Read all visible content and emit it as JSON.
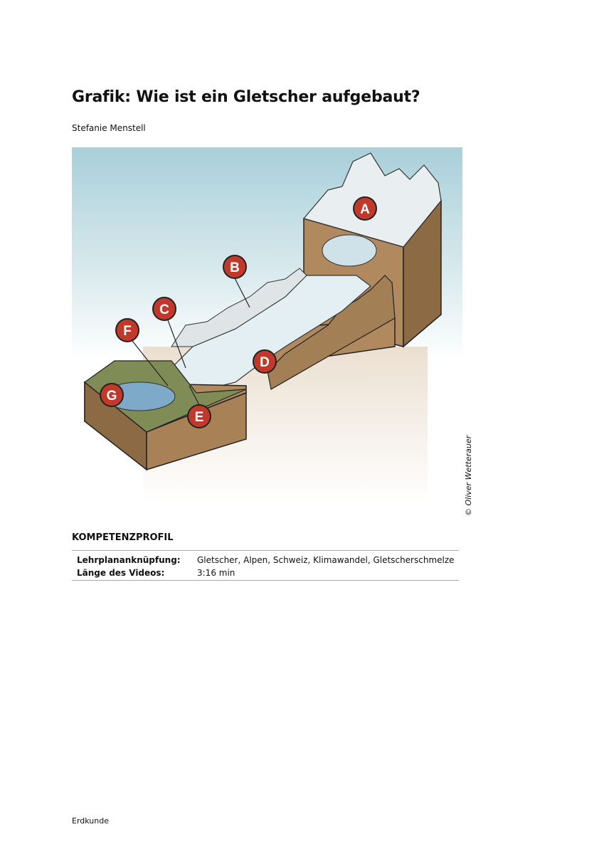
{
  "title": "Grafik: Wie ist ein Gletscher aufgebaut?",
  "author": "Stefanie Menstell",
  "figure": {
    "labels": [
      "A",
      "B",
      "C",
      "D",
      "E",
      "F",
      "G"
    ],
    "credit": "© Oliver Wetterauer"
  },
  "profile": {
    "heading": "KOMPETENZPROFIL",
    "rows": [
      {
        "key": "Lehrplananknüpfung:",
        "value": "Gletscher, Alpen, Schweiz, Klimawandel, Gletscherschmelze"
      },
      {
        "key": "Länge des Videos:",
        "value": "3:16 min"
      }
    ]
  },
  "footer": "Erdkunde"
}
